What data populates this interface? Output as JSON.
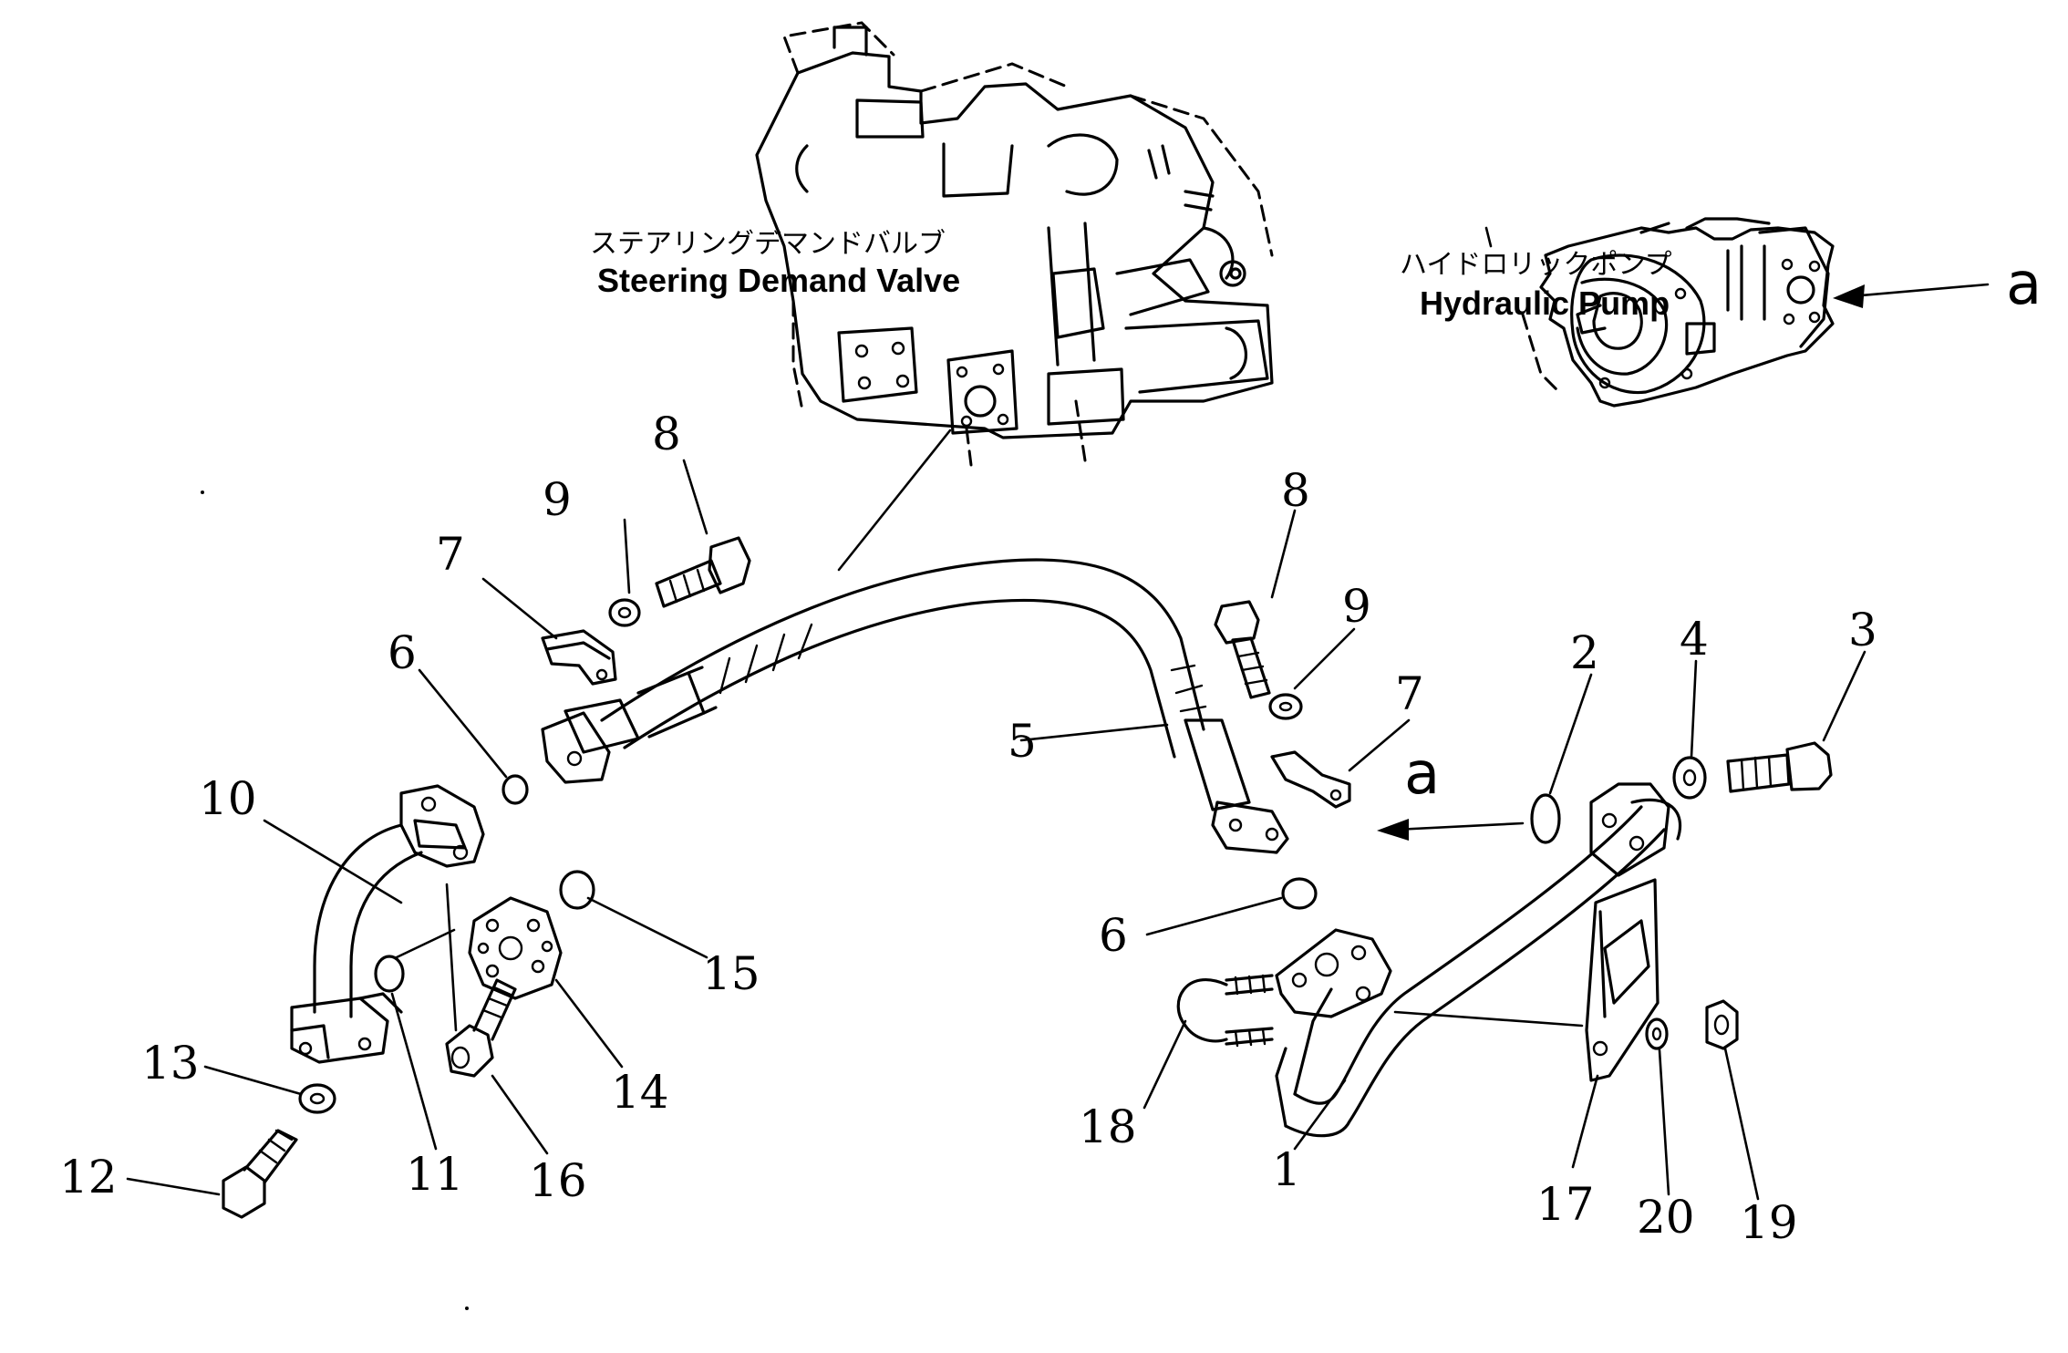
{
  "labels": {
    "steering_valve_jp": "ステアリングデマンドバルブ",
    "steering_valve_en": "Steering Demand Valve",
    "pump_jp": "ハイドロリックポンプ",
    "pump_en": "Hydraulic Pump",
    "view_letter_pump": "a",
    "view_letter_pipe": "a"
  },
  "callouts": [
    "8",
    "9",
    "7",
    "6",
    "10",
    "5",
    "8",
    "9",
    "7",
    "2",
    "4",
    "3",
    "15",
    "14",
    "11",
    "16",
    "13",
    "12",
    "6",
    "18",
    "1",
    "17",
    "20",
    "19"
  ]
}
